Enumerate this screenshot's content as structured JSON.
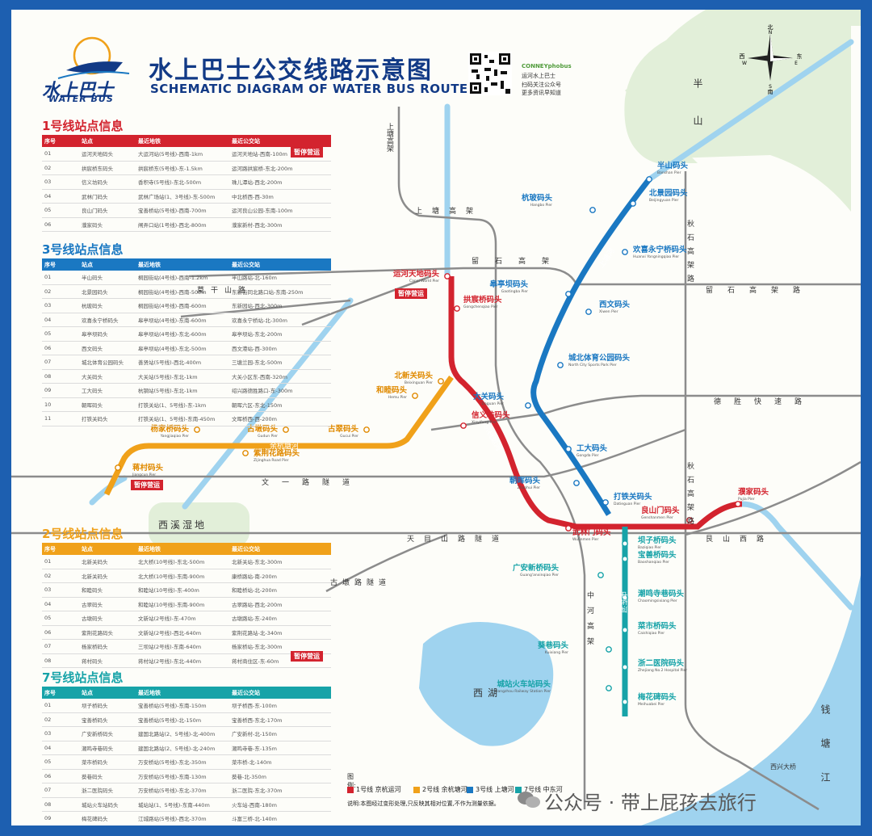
{
  "header": {
    "title_cn": "水上巴士公交线路示意图",
    "title_en": "SCHEMATIC DIAGRAM OF WATER BUS ROUTES",
    "logo_cn": "水上巴士",
    "logo_en": "WATER BUS",
    "qr_brand": "CONNEYphobus",
    "qr_line1": "运河水上巴士",
    "qr_line2": "扫码关注公众号",
    "qr_line3": "更多资讯早知道"
  },
  "compass": {
    "n": "北",
    "n_en": "N",
    "s": "南",
    "s_en": "S",
    "e": "东",
    "e_en": "E",
    "w": "西",
    "w_en": "W"
  },
  "colors": {
    "line1": "#d3232e",
    "line2": "#f0a11a",
    "line3": "#1a78c2",
    "line7": "#17a3a8",
    "road": "#8c8c8c",
    "water": "#9fd3ef",
    "green": "#e2efd9"
  },
  "tables": [
    {
      "title": "1号线站点信息",
      "color": "#d3232e",
      "headers": [
        "序号",
        "站点",
        "最近地铁",
        "最近公交站"
      ],
      "rows": [
        [
          "01",
          "运河天地码头",
          "大运河站(5号线)-西南-1km",
          "运河天地站-西南-100m"
        ],
        [
          "02",
          "拱宸桥东码头",
          "拱宸桥东(5号线)-东-1.5km",
          "运河路拱宸桥-东北-200m"
        ],
        [
          "03",
          "信义坊码头",
          "香积寺(5号线)-东北-500m",
          "珠儿潭站-西北-200m"
        ],
        [
          "04",
          "武林门码头",
          "武林广场站(1、3号线)-东-500m",
          "中北桥西-西-30m"
        ],
        [
          "05",
          "良山门码头",
          "宝善桥站(5号线)-西南-700m",
          "运河良山公园-东南-100m"
        ],
        [
          "06",
          "濮家码头",
          "闸弄口站(1号线)-西北-800m",
          "濮家新村-西北-300m"
        ]
      ],
      "pause": "暂停营运"
    },
    {
      "title": "3号线站点信息",
      "color": "#1a78c2",
      "headers": [
        "序号",
        "站点",
        "最近地铁",
        "最近公交站"
      ],
      "rows": [
        [
          "01",
          "半山码头",
          "桐园街站(4号线)-西南-1.2km",
          "半山路站-北-160m"
        ],
        [
          "02",
          "北景园码头",
          "桐园街站(4号线)-西南-500m",
          "东新街同北路口站-东南-250m"
        ],
        [
          "03",
          "杭玻码头",
          "桐园街站(4号线)-西南-600m",
          "东新园站-西北-300m"
        ],
        [
          "04",
          "欢喜永宁桥码头",
          "皋亭坝站(4号线)-东南-600m",
          "欢喜永宁桥站-北-300m"
        ],
        [
          "05",
          "皋亭坝码头",
          "皋亭坝站(4号线)-东北-600m",
          "皋亭坝站-东北-200m"
        ],
        [
          "06",
          "西文码头",
          "皋亭坝站(4号线)-东北-500m",
          "西文港站-西-300m"
        ],
        [
          "07",
          "城北体育公园码头",
          "善贤站(5号线)-西北-400m",
          "三塘兰园-东北-500m"
        ],
        [
          "08",
          "大关码头",
          "大关站(5号线)-东北-1km",
          "大关小区东-西南-320m"
        ],
        [
          "09",
          "工大码头",
          "杭钢站(5号线)-东北-1km",
          "绍兴路德胜路口-东-300m"
        ],
        [
          "10",
          "朝晖码头",
          "打铁关站(1、5号线)-东-1km",
          "朝晖六区-东北-150m"
        ],
        [
          "11",
          "打铁关码头",
          "打铁关站(1、5号线)-东南-450m",
          "文晖桥西-西-200m"
        ]
      ]
    },
    {
      "title": "2号线站点信息",
      "color": "#f0a11a",
      "headers": [
        "序号",
        "站点",
        "最近地铁",
        "最近公交站"
      ],
      "rows": [
        [
          "01",
          "北新关码头",
          "北大桥(10号线)-东北-500m",
          "北新关站-东北-300m"
        ],
        [
          "02",
          "北新关码头",
          "北大桥(10号线)-东南-900m",
          "康桥路站-南-200m"
        ],
        [
          "03",
          "和睦码头",
          "和睦站(10号线)-东-400m",
          "和睦桥站-北-200m"
        ],
        [
          "04",
          "古翠码头",
          "和睦站(10号线)-东南-900m",
          "古翠路站-西北-200m"
        ],
        [
          "05",
          "古墩码头",
          "文新站(2号线)-东-470m",
          "古墩路站-东-240m"
        ],
        [
          "06",
          "紫荆花路码头",
          "文新站(2号线)-西北-640m",
          "紫荆花路站-北-340m"
        ],
        [
          "07",
          "杨家桥码头",
          "三坝站(2号线)-东南-640m",
          "杨家桥站-东北-300m"
        ],
        [
          "08",
          "蒋村码头",
          "蒋村站(2号线)-东北-440m",
          "蒋村商住区-东-60m"
        ]
      ],
      "pause": "暂停营运"
    },
    {
      "title": "7号线站点信息",
      "color": "#17a3a8",
      "headers": [
        "序号",
        "站点",
        "最近地铁",
        "最近公交站"
      ],
      "rows": [
        [
          "01",
          "坝子桥码头",
          "宝善桥站(5号线)-东南-150m",
          "坝子桥西-东-100m"
        ],
        [
          "02",
          "宝善桥码头",
          "宝善桥站(5号线)-北-150m",
          "宝善桥西-东北-170m"
        ],
        [
          "03",
          "广安新桥码头",
          "建国北路站(2、5号线)-北-400m",
          "广安新村-北-150m"
        ],
        [
          "04",
          "潮鸣寺巷码头",
          "建国北路站(2、5号线)-北-240m",
          "潮鸣寺巷-东-135m"
        ],
        [
          "05",
          "菜市桥码头",
          "万安桥站(5号线)-东北-350m",
          "菜市桥-北-140m"
        ],
        [
          "06",
          "葵巷码头",
          "万安桥站(5号线)-东南-130m",
          "葵巷-北-350m"
        ],
        [
          "07",
          "浙二医院码头",
          "万安桥站(5号线)-东北-370m",
          "浙二医院-东北-370m"
        ],
        [
          "08",
          "城站火车站码头",
          "城站站(1、5号线)-东南-440m",
          "火车站-西南-180m"
        ],
        [
          "09",
          "梅花碑码头",
          "江城路站(5号线)-西北-370m",
          "斗富三桥-北-140m"
        ]
      ]
    }
  ],
  "roads": {
    "shangtang": "上塘高架",
    "liushi": "留石高架路",
    "liushi_left": "留石高架",
    "qiushi": "秋石高架路",
    "desheng": "德胜快速路",
    "wenyi": "文一路隧道",
    "tianmushan": "天目山路隧道",
    "gudang": "古墩路隧道",
    "moganshan": "莫干山路",
    "zhonghe": "中河高架",
    "shangtang_lower": "上塘高架",
    "qiushi_lower": "秋石高架路",
    "xihu_bridge": "西兴大桥",
    "genshan": "艮山西路"
  },
  "areas": {
    "banshan": "半山",
    "xixi": "西溪湿地",
    "xihu": "西湖",
    "qiantang": "钱塘江"
  },
  "route_labels": {
    "l1": "京杭运河",
    "l2": "余杭塘河",
    "l3": "上塘河",
    "l7": "中东河"
  },
  "stations": {
    "line3": [
      {
        "cn": "半山码头",
        "en": "Banshan Pier"
      },
      {
        "cn": "北景园码头",
        "en": "Beijingyuan Pier"
      },
      {
        "cn": "杭玻码头",
        "en": "Hangbo Pier"
      },
      {
        "cn": "欢喜永宁桥码头",
        "en": "Huanxi Yongningqiao Pier"
      },
      {
        "cn": "皋亭坝码头",
        "en": "Gaotingba Pier"
      },
      {
        "cn": "西文码头",
        "en": "Xiwen Pier"
      },
      {
        "cn": "城北体育公园码头",
        "en": "North City Sports Park Pier"
      },
      {
        "cn": "大关码头",
        "en": "Daguan Pier"
      },
      {
        "cn": "工大码头",
        "en": "Gongda Pier"
      },
      {
        "cn": "朝晖码头",
        "en": "Zhaohui Pier"
      },
      {
        "cn": "打铁关码头",
        "en": "Datieguan Pier"
      }
    ],
    "line1": [
      {
        "cn": "运河天地码头",
        "en": "Canal World Pier"
      },
      {
        "cn": "拱宸桥码头",
        "en": "Gongchenqiao Pier"
      },
      {
        "cn": "信义坊码头",
        "en": "Xinyifang Pier"
      },
      {
        "cn": "武林门码头",
        "en": "Wulinmen Pier"
      },
      {
        "cn": "良山门码头",
        "en": "Genshanmen Pier"
      },
      {
        "cn": "濮家码头",
        "en": "Pujia Pier"
      }
    ],
    "line2": [
      {
        "cn": "北新关码头",
        "en": "Beixinguan Pier"
      },
      {
        "cn": "和睦码头",
        "en": "Hemu Pier"
      },
      {
        "cn": "古翠码头",
        "en": "Gucui Pier"
      },
      {
        "cn": "古墩码头",
        "en": "Gudun Pier"
      },
      {
        "cn": "紫荆花路码头",
        "en": "Zijinghua Road Pier"
      },
      {
        "cn": "杨家桥码头",
        "en": "Yangjiaqiao Pier"
      },
      {
        "cn": "蒋村码头",
        "en": "Jiangcun Pier"
      }
    ],
    "line7": [
      {
        "cn": "坝子桥码头",
        "en": "Baziqiao Pier"
      },
      {
        "cn": "宝善桥码头",
        "en": "Baoshanqiao Pier"
      },
      {
        "cn": "广安新桥码头",
        "en": "Guang'anxinqiao Pier"
      },
      {
        "cn": "潮鸣寺巷码头",
        "en": "Chaomingsixiang Pier"
      },
      {
        "cn": "菜市桥码头",
        "en": "Caishiqiao Pier"
      },
      {
        "cn": "葵巷码头",
        "en": "Kuixiang Pier"
      },
      {
        "cn": "浙二医院码头",
        "en": "Zhejiang No.2 Hospital Pier"
      },
      {
        "cn": "城站火车站码头",
        "en": "Hangzhou Railway Station Pier"
      },
      {
        "cn": "梅花碑码头",
        "en": "Meihuabei Pier"
      }
    ]
  },
  "map_pause": "暂停营运",
  "legend": {
    "head": "图例:",
    "items": [
      "1号线 京杭运河",
      "2号线 余杭塘河",
      "3号线 上塘河",
      "7号线 中东河"
    ],
    "note": "说明:本图经过变形处理,只反映其相对位置,不作为测量依据。"
  },
  "watermark": "公众号 · 带上屁孩去旅行"
}
